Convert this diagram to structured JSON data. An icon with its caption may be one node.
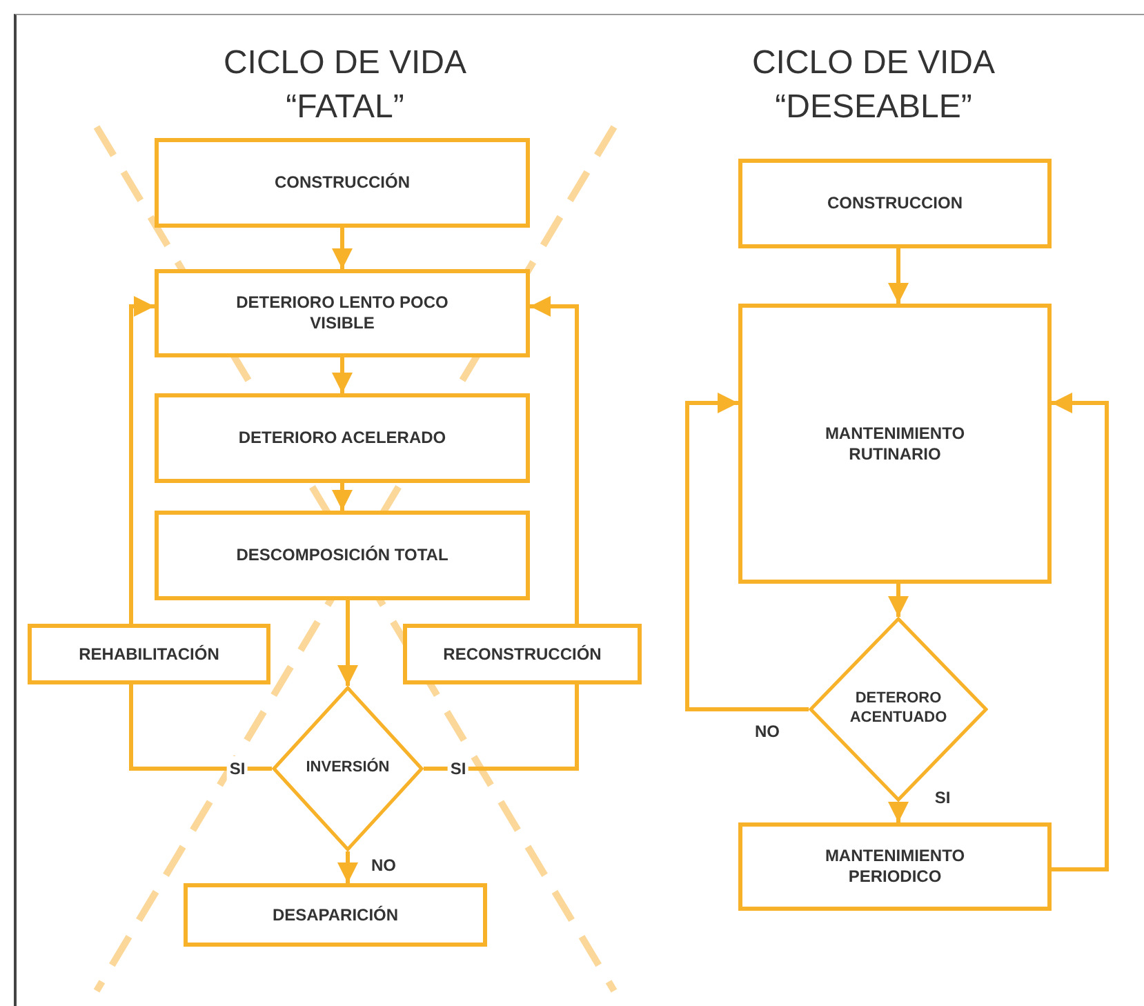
{
  "diagram": {
    "nodes": [
      {
        "text": [
          "CONSTRUCCIÓN"
        ]
      },
      {
        "text": [
          "DETERIORO LENTO POCO VISIBLE"
        ]
      },
      {
        "text": [
          "DETERIORO ACELERADO"
        ]
      },
      {
        "text": [
          "DESCOMPOSICIÓN TOTAL"
        ]
      },
      {
        "text": [
          "REHABILITACIÓN"
        ]
      },
      {
        "text": [
          "RECONSTRUCCIÓN"
        ]
      },
      {
        "text": [
          "INVERSIÓN"
        ]
      },
      {
        "text": [
          "DESAPARICIÓN"
        ]
      },
      {
        "text": [
          "CONSTRUCCION"
        ]
      },
      {
        "text": [
          "MANTENIMIENTO RUTINARIO"
        ]
      },
      {
        "text": [
          "DETERORO ACENTUADO"
        ]
      },
      {
        "text": [
          "MANTENIMIENTO PERIODICO"
        ]
      }
    ],
    "edges": [
      {
        "from": 0,
        "to": 1,
        "arrow": "to"
      },
      {
        "from": 1,
        "to": 2,
        "arrow": "to"
      },
      {
        "from": 2,
        "to": 3,
        "arrow": "to"
      },
      {
        "from": 3,
        "to": 6,
        "arrow": "to"
      },
      {
        "from": 6,
        "to": 4,
        "arrow": "none",
        "label": "SI"
      },
      {
        "from": 4,
        "to": 1,
        "arrow": "to"
      },
      {
        "from": 6,
        "to": 5,
        "arrow": "none",
        "label": "SI"
      },
      {
        "from": 5,
        "to": 1,
        "arrow": "to"
      },
      {
        "from": 6,
        "to": 7,
        "arrow": "to",
        "label": "NO"
      },
      {
        "from": 8,
        "to": 9,
        "arrow": "to"
      },
      {
        "from": 9,
        "to": 10,
        "arrow": "to"
      },
      {
        "from": 10,
        "to": 9,
        "arrow": "to",
        "label": "NO"
      },
      {
        "from": 10,
        "to": 11,
        "arrow": "to",
        "label": "SI"
      },
      {
        "from": 11,
        "to": 9,
        "arrow": "to"
      }
    ],
    "labels": [
      "CICLO DE VIDA “FATAL”",
      "CICLO DE VIDA “DESEABLE”"
    ]
  }
}
